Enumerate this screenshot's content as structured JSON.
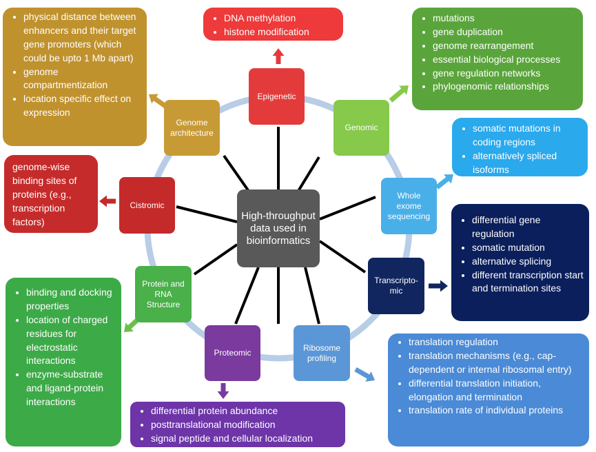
{
  "center": {
    "label": "High-throughput data used in bioinformatics",
    "color": "#595959"
  },
  "categories": [
    {
      "id": "epigenetic",
      "label": "Epigenetic",
      "color": "#e33b3b",
      "details": [
        "DNA methylation",
        "histone modification"
      ],
      "detail_color": "#ee3a3a"
    },
    {
      "id": "genomic",
      "label": "Genomic",
      "color": "#86c94b",
      "details": [
        "mutations",
        "gene duplication",
        "genome rearrangement",
        "essential biological processes",
        "gene regulation networks",
        "phylogenomic relationships"
      ],
      "detail_color": "#5aa53b"
    },
    {
      "id": "whole-exome",
      "label": "Whole exome sequencing",
      "color": "#49afe9",
      "details": [
        "somatic mutations in coding regions",
        "alternatively spliced isoforms"
      ],
      "detail_color": "#2aa9ed"
    },
    {
      "id": "transcriptomic",
      "label": "Transcripto-mic",
      "color": "#11265e",
      "details": [
        "differential gene regulation",
        "somatic mutation",
        "alternative splicing",
        "different transcription start and termination sites"
      ],
      "detail_color": "#0b1f5c"
    },
    {
      "id": "ribosome",
      "label": "Ribosome profiling",
      "color": "#5b97d6",
      "details": [
        "translation regulation",
        "translation mechanisms (e.g., cap-dependent or internal ribosomal entry)",
        "differential translation initiation, elongation and termination",
        "translation rate of individual proteins"
      ],
      "detail_color": "#4a8ad6"
    },
    {
      "id": "proteomic",
      "label": "Proteomic",
      "color": "#7a3a9e",
      "details": [
        "differential protein abundance",
        "posttranslational modification",
        "signal peptide and cellular localization"
      ],
      "detail_color": "#6d35a8"
    },
    {
      "id": "protein-rna",
      "label": "Protein and RNA Structure",
      "color": "#49b04a",
      "details": [
        "binding and docking properties",
        "location of charged residues for electrostatic interactions",
        "enzyme-substrate and ligand-protein interactions"
      ],
      "detail_color": "#3daa48"
    },
    {
      "id": "cistromic",
      "label": "Cistromic",
      "color": "#c42a2a",
      "details": [
        "genome-wise binding sites of proteins (e.g., transcription factors)"
      ],
      "detail_color": "#c52b2b"
    },
    {
      "id": "genome-arch",
      "label": "Genome architecture",
      "color": "#c79a35",
      "details": [
        "physical distance between enhancers and their target gene promoters (which could be upto 1 Mb apart)",
        "genome compartmentization",
        "location specific effect on expression"
      ],
      "detail_color": "#c0922e"
    }
  ],
  "ring_color": "#b8cde6",
  "spoke_color": "#000000",
  "arrow_colors": {
    "epigenetic": "#e33b3b",
    "genomic": "#86c94b",
    "whole-exome": "#49afe9",
    "transcriptomic": "#11265e",
    "ribosome": "#5b97d6",
    "proteomic": "#7a3a9e",
    "protein-rna": "#6cc04a",
    "cistromic": "#c42a2a",
    "genome-arch": "#c79a35"
  }
}
